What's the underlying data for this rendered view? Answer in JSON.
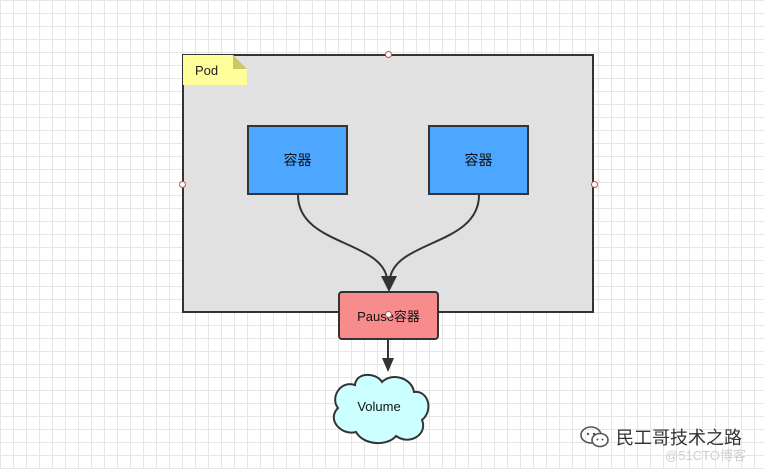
{
  "diagram": {
    "pod_label": "Pod",
    "container_left_label": "容器",
    "container_right_label": "容器",
    "pause_label": "Pause容器",
    "volume_label": "Volume",
    "colors": {
      "pod_fill": "#e1e1e1",
      "note_fill": "#ffff99",
      "container_fill": "#4da6ff",
      "pause_fill": "#f88c8c",
      "volume_fill": "#ccffff",
      "stroke": "#333333"
    }
  },
  "watermark": {
    "icon": "wechat-icon",
    "text": "民工哥技术之路",
    "sub": "@51CTO博客"
  }
}
